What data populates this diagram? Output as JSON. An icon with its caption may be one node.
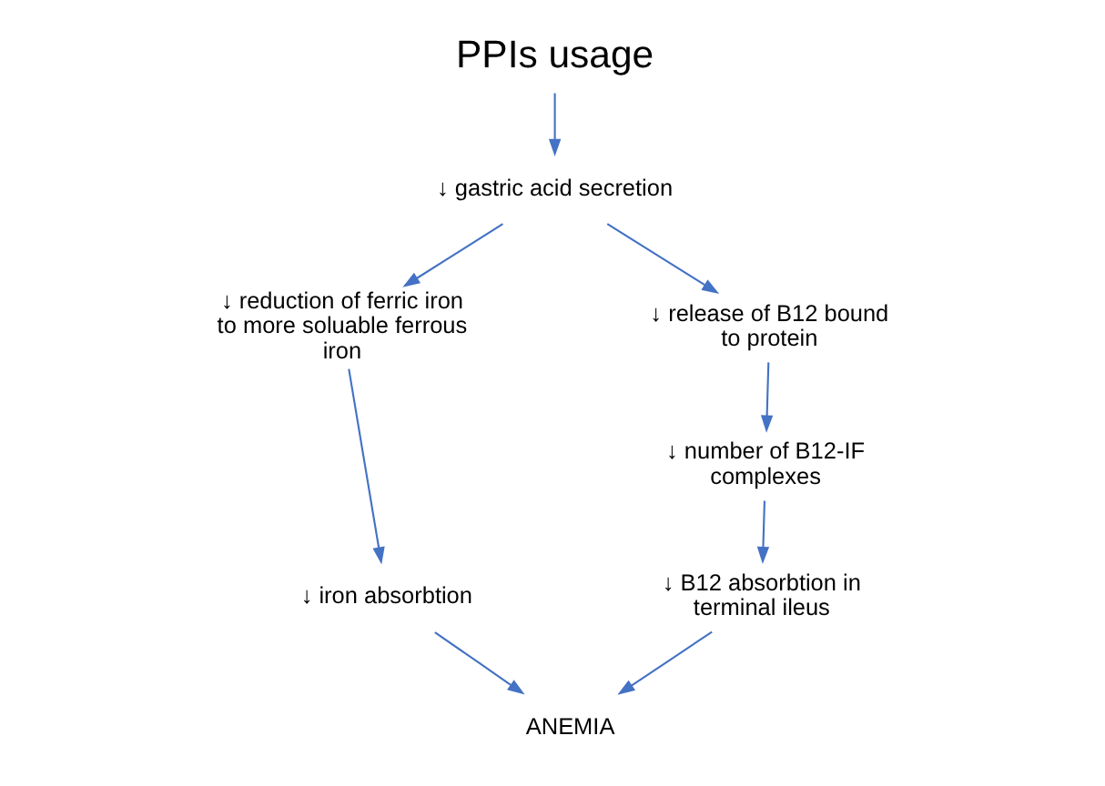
{
  "diagram": {
    "nodes": [
      {
        "text": [
          "PPIs usage"
        ]
      },
      {
        "text": [
          "↓ gastric acid secretion"
        ]
      },
      {
        "text": [
          "↓ reduction of ferric iron to more soluable ferrous iron"
        ]
      },
      {
        "text": [
          "↓ release of B12 bound to protein"
        ]
      },
      {
        "text": [
          "↓ iron absorbtion"
        ]
      },
      {
        "text": [
          "↓ number of B12-IF complexes"
        ]
      },
      {
        "text": [
          "↓ B12 absorbtion in terminal ileus"
        ]
      },
      {
        "text": [
          "ANEMIA"
        ]
      }
    ],
    "edges": [
      {
        "from": 0,
        "to": 1,
        "arrow": "to"
      },
      {
        "from": 1,
        "to": 2,
        "arrow": "to"
      },
      {
        "from": 1,
        "to": 3,
        "arrow": "to"
      },
      {
        "from": 2,
        "to": 4,
        "arrow": "to"
      },
      {
        "from": 3,
        "to": 5,
        "arrow": "to"
      },
      {
        "from": 5,
        "to": 6,
        "arrow": "to"
      },
      {
        "from": 4,
        "to": 7,
        "arrow": "to"
      },
      {
        "from": 6,
        "to": 7,
        "arrow": "to"
      }
    ]
  }
}
